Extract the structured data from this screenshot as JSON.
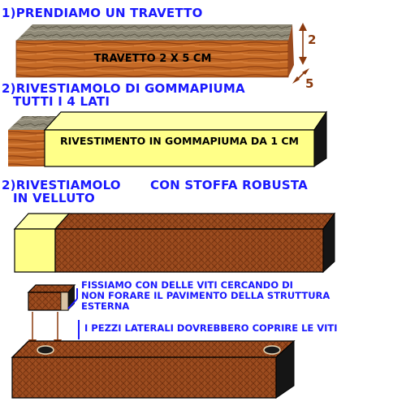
{
  "step1": {
    "title": "1)PRENDIAMO UN TRAVETTO",
    "beam_label": "TRAVETTO 2 X 5 CM",
    "dim_height": "2",
    "dim_depth": "5"
  },
  "step2": {
    "title_line1": "2)RIVESTIAMOLO DI GOMMAPIUMA",
    "title_line2": "TUTTI I 4 LATI",
    "foam_label": "RIVESTIMENTO IN GOMMAPIUMA DA 1 CM"
  },
  "step3": {
    "title_line1": "2)RIVESTIAMOLO",
    "title_line2": "IN VELLUTO",
    "title_right": "CON STOFFA ROBUSTA"
  },
  "step4": {
    "note_line1": "FISSIAMO CON DELLE VITI CERCANDO DI",
    "note_line2": "NON FORARE IL PAVIMENTO DELLA STRUTTURA",
    "note_line3": "ESTERNA",
    "note_side": "I PEZZI LATERALI DOVREBBERO COPRIRE LE VITI"
  },
  "colors": {
    "text": "#1a1aff",
    "foam": "#ffff88",
    "fabric": "#9a4a1e",
    "wood": "#c56a26",
    "dim_arrow": "#8b3a0e"
  }
}
